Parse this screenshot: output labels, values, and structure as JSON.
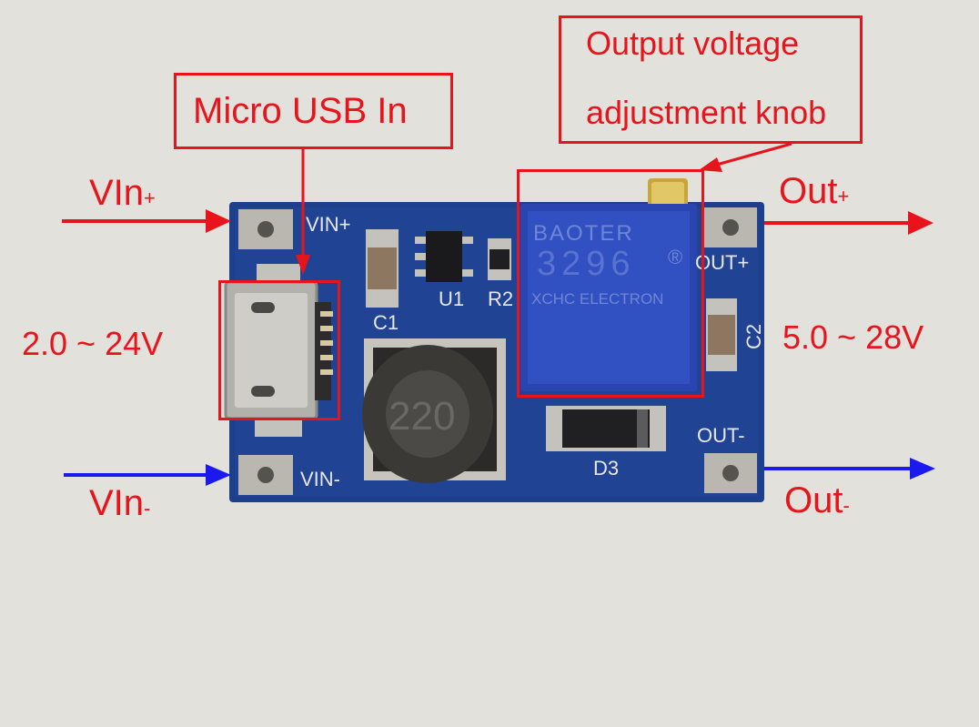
{
  "labels": {
    "micro_usb": "Micro USB In",
    "output_knob_line1": "Output voltage",
    "output_knob_line2": "adjustment knob",
    "vin_plus_main": "VIn",
    "vin_plus_sign": "+",
    "vin_minus_main": "VIn",
    "vin_minus_sign": "-",
    "out_plus_main": "Out",
    "out_plus_sign": "+",
    "out_minus_main": "Out",
    "out_minus_sign": "-",
    "input_range": "2.0 ~ 24V",
    "output_range": "5.0 ~ 28V"
  },
  "board": {
    "silk_vin_plus": "VIN+",
    "silk_vin_minus": "VIN-",
    "silk_out_plus": "OUT+",
    "silk_out_minus": "OUT-",
    "silk_c1": "C1",
    "silk_u1": "U1",
    "silk_r2": "R2",
    "silk_c2": "C2",
    "silk_d3": "D3",
    "inductor_marking": "220",
    "pot_brand": "BAOTER",
    "pot_model": "3296",
    "pot_reg": "®",
    "pot_maker": "XCHC ELECTRON"
  },
  "colors": {
    "annotation_red": "#e8141c",
    "arrow_blue": "#1a1aee",
    "pcb_blue": "#1e3f8c",
    "background": "#e2e1dc"
  }
}
